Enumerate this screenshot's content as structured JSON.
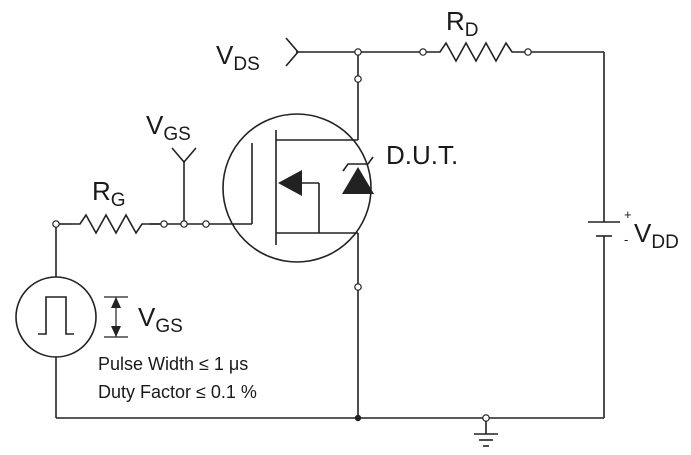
{
  "labels": {
    "vds_main": "V",
    "vds_sub": "DS",
    "rd_main": "R",
    "rd_sub": "D",
    "vgs_top_main": "V",
    "vgs_top_sub": "GS",
    "rg_main": "R",
    "rg_sub": "G",
    "dut": "D.U.T.",
    "vdd_main": "V",
    "vdd_sub": "DD",
    "vdd_plus": "+",
    "vdd_minus": "-",
    "vgs_pulse_main": "V",
    "vgs_pulse_sub": "GS",
    "pulse_width": "Pulse Width ≤ 1 μs",
    "duty_factor": "Duty Factor ≤ 0.1 %"
  },
  "colors": {
    "line": "#222222",
    "background": "#ffffff"
  },
  "icons": [
    "pulse-generator-icon",
    "mosfet-icon",
    "body-diode-icon",
    "resistor-icon",
    "battery-icon",
    "ground-icon"
  ]
}
